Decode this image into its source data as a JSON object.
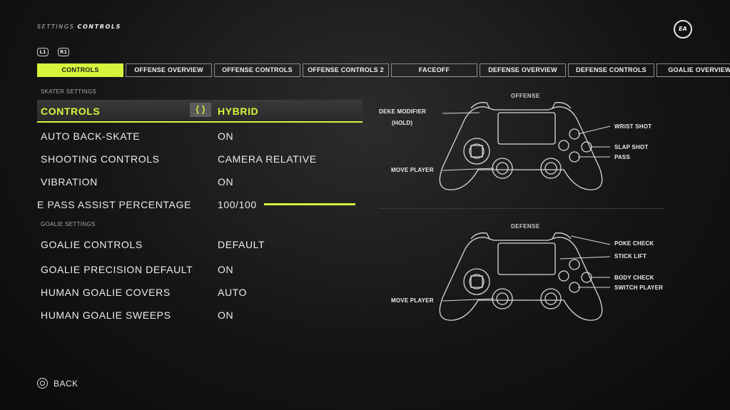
{
  "header": {
    "breadcrumb_section": "SETTINGS",
    "breadcrumb_page": "CONTROLS",
    "logo_text": "EA",
    "bumper_left": "L1",
    "bumper_right": "R1"
  },
  "tabs": [
    {
      "label": "CONTROLS",
      "active": true
    },
    {
      "label": "OFFENSE OVERVIEW",
      "active": false
    },
    {
      "label": "OFFENSE CONTROLS",
      "active": false
    },
    {
      "label": "OFFENSE CONTROLS 2",
      "active": false
    },
    {
      "label": "FACEOFF",
      "active": false
    },
    {
      "label": "DEFENSE OVERVIEW",
      "active": false
    },
    {
      "label": "DEFENSE CONTROLS",
      "active": false
    },
    {
      "label": "GOALIE OVERVIEW",
      "active": false
    }
  ],
  "skater": {
    "heading": "SKATER SETTINGS",
    "rows": [
      {
        "label": "CONTROLS",
        "value": "HYBRID"
      },
      {
        "label": "AUTO BACK-SKATE",
        "value": "ON"
      },
      {
        "label": "SHOOTING CONTROLS",
        "value": "CAMERA RELATIVE"
      },
      {
        "label": "VIBRATION",
        "value": "ON"
      },
      {
        "label": "E PASS ASSIST PERCENTAGE",
        "value": "100/100"
      }
    ],
    "pass_assist_fraction": 1.0
  },
  "goalie": {
    "heading": "GOALIE SETTINGS",
    "rows": [
      {
        "label": "GOALIE CONTROLS",
        "value": "DEFAULT"
      },
      {
        "label": "GOALIE PRECISION DEFAULT",
        "value": "ON"
      },
      {
        "label": "HUMAN GOALIE COVERS",
        "value": "AUTO"
      },
      {
        "label": "HUMAN GOALIE SWEEPS",
        "value": "ON"
      }
    ]
  },
  "offense": {
    "title": "OFFENSE",
    "deke_modifier": "DEKE MODIFIER",
    "deke_hold": "(HOLD)",
    "move_player": "MOVE PLAYER",
    "wrist_shot": "WRIST SHOT",
    "slap_shot": "SLAP SHOT",
    "pass": "PASS"
  },
  "defense": {
    "title": "DEFENSE",
    "move_player": "MOVE PLAYER",
    "poke_check": "POKE CHECK",
    "stick_lift": "STICK LIFT",
    "body_check": "BODY CHECK",
    "switch_player": "SWITCH PLAYER"
  },
  "footer": {
    "back_label": "BACK"
  },
  "colors": {
    "accent": "#d6f53c"
  }
}
